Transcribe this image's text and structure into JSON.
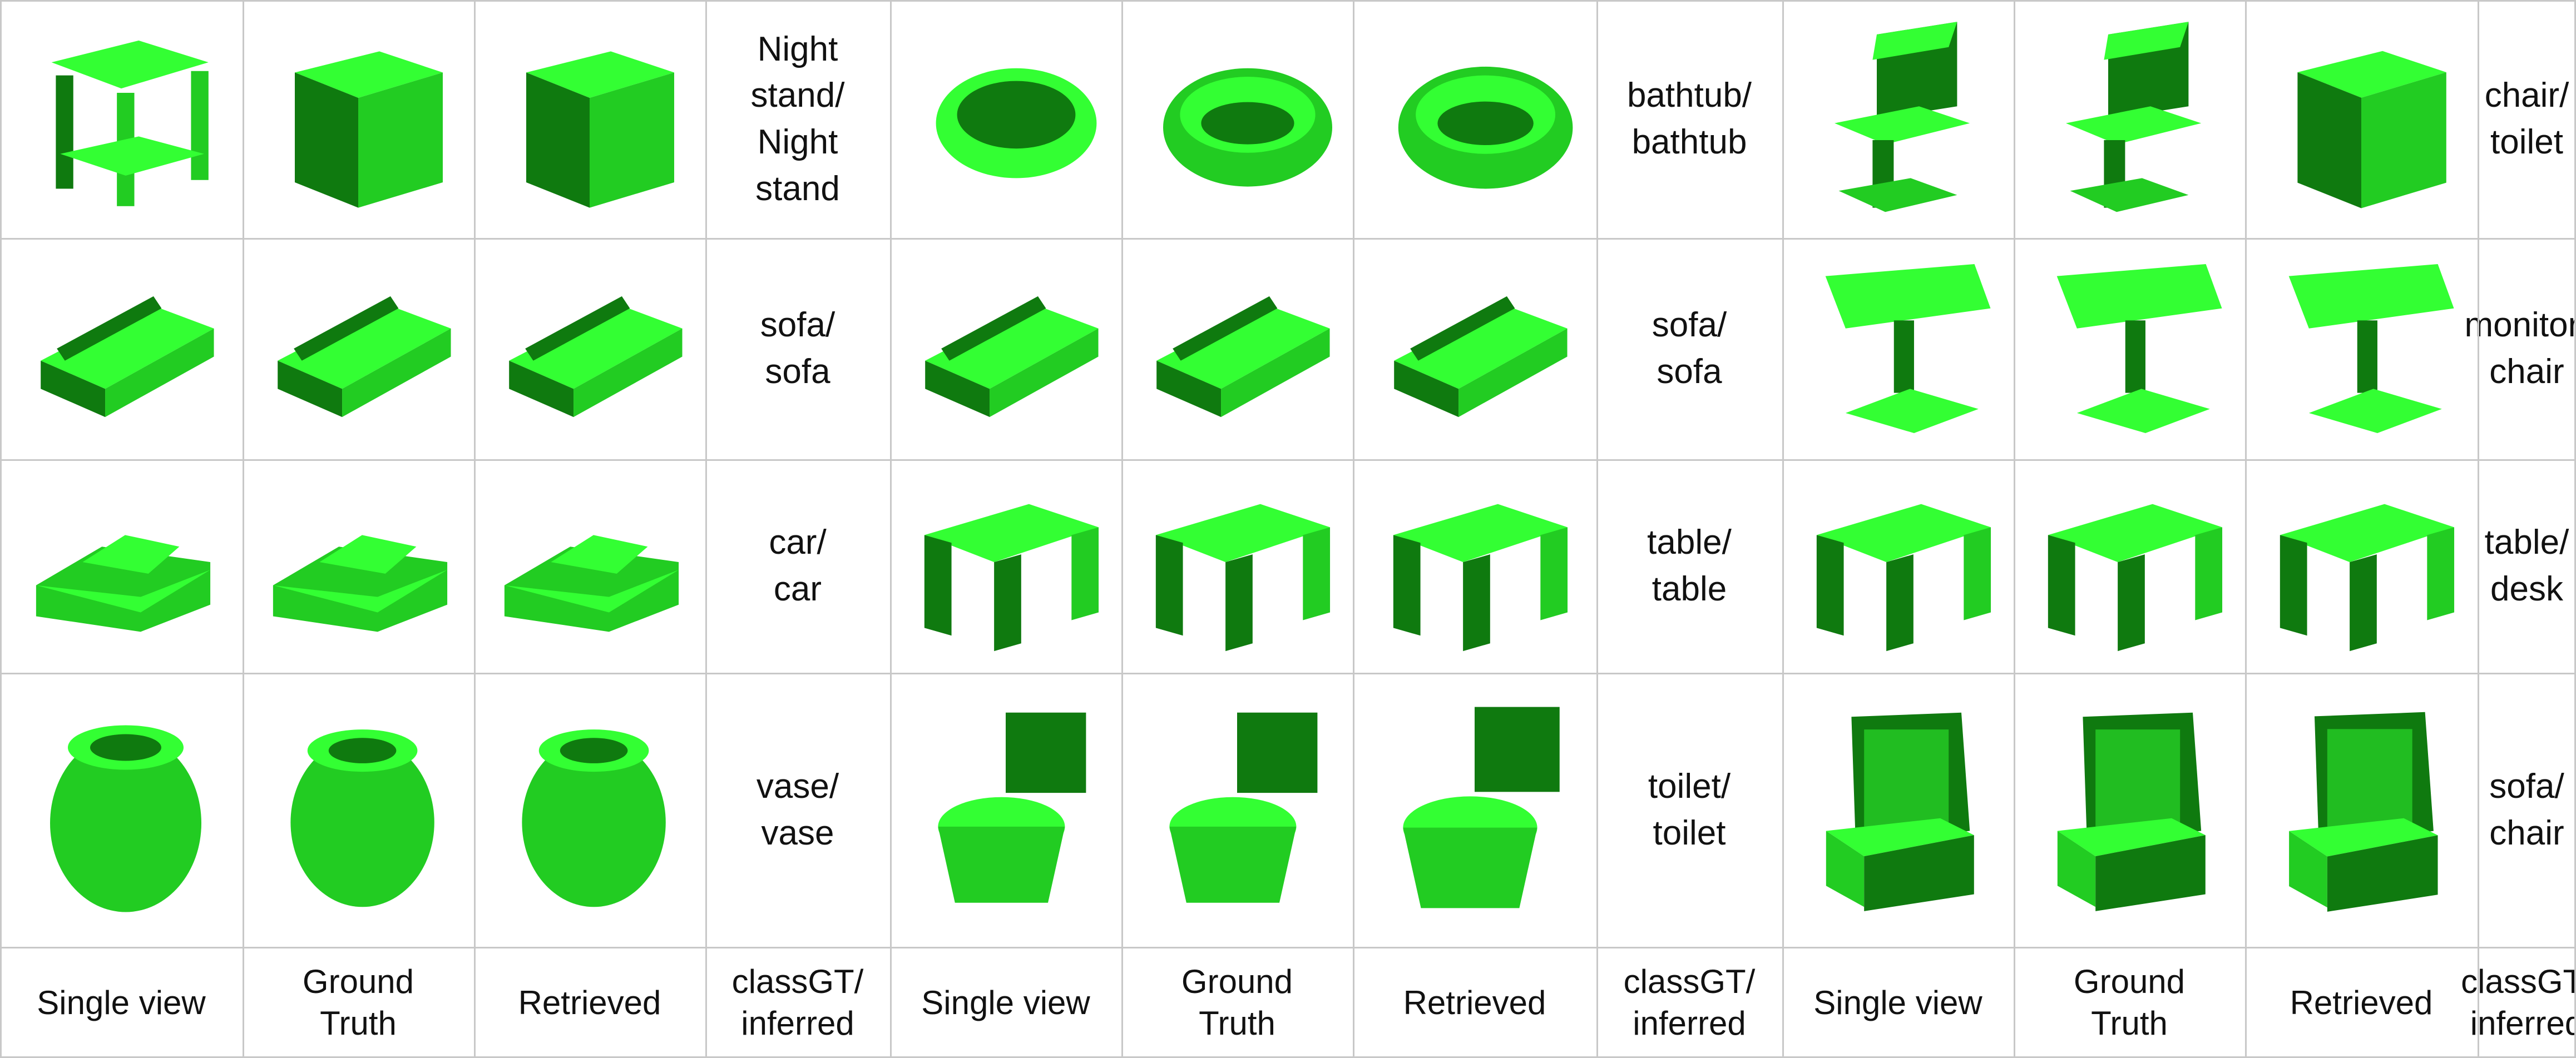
{
  "figure": {
    "rows": [
      {
        "groups": [
          {
            "object_icons": [
              "nightstand-partial-icon",
              "nightstand-full-icon",
              "nightstand-full-icon"
            ],
            "label": "Night\nstand/\nNight\nstand"
          },
          {
            "object_icons": [
              "bathtub-partial-icon",
              "bathtub-full-icon",
              "bathtub-full-icon"
            ],
            "label": "bathtub/\nbathtub"
          },
          {
            "object_icons": [
              "chair-partial-icon",
              "chair-full-icon",
              "toilet-box-icon"
            ],
            "label": "chair/\ntoilet"
          }
        ]
      },
      {
        "groups": [
          {
            "object_icons": [
              "sofa-partial-icon",
              "sofa-full-icon",
              "sofa-full-icon"
            ],
            "label": "sofa/\nsofa"
          },
          {
            "object_icons": [
              "sofa-partial-icon",
              "sofa-full-icon",
              "sofa-full-icon"
            ],
            "label": "sofa/\nsofa"
          },
          {
            "object_icons": [
              "monitor-partial-icon",
              "monitor-full-icon",
              "chair-swivel-icon"
            ],
            "label": "monitor/\nchair"
          }
        ]
      },
      {
        "groups": [
          {
            "object_icons": [
              "car-partial-icon",
              "car-full-icon",
              "car-full-icon"
            ],
            "label": "car/\ncar"
          },
          {
            "object_icons": [
              "table-partial-icon",
              "table-full-icon",
              "table-full-icon"
            ],
            "label": "table/\ntable"
          },
          {
            "object_icons": [
              "table-partial-icon",
              "table-full-icon",
              "desk-icon"
            ],
            "label": "table/\ndesk"
          }
        ]
      },
      {
        "groups": [
          {
            "object_icons": [
              "vase-partial-icon",
              "vase-full-icon",
              "vase-full-icon"
            ],
            "label": "vase/\nvase"
          },
          {
            "object_icons": [
              "toilet-partial-icon",
              "toilet-full-icon",
              "toilet-full-icon"
            ],
            "label": "toilet/\ntoilet"
          },
          {
            "object_icons": [
              "armchair-partial-icon",
              "armchair-full-icon",
              "armchair-full-icon"
            ],
            "label": "sofa/\nchair"
          }
        ]
      }
    ],
    "headers": [
      "Single view",
      "Ground\nTruth",
      "Retrieved",
      "classGT/\ninferred"
    ],
    "colors": {
      "voxel_light": "#33ff33",
      "voxel_mid": "#22cc22",
      "voxel_dark": "#0f7a0f",
      "grid": "#c8c8c8"
    }
  }
}
